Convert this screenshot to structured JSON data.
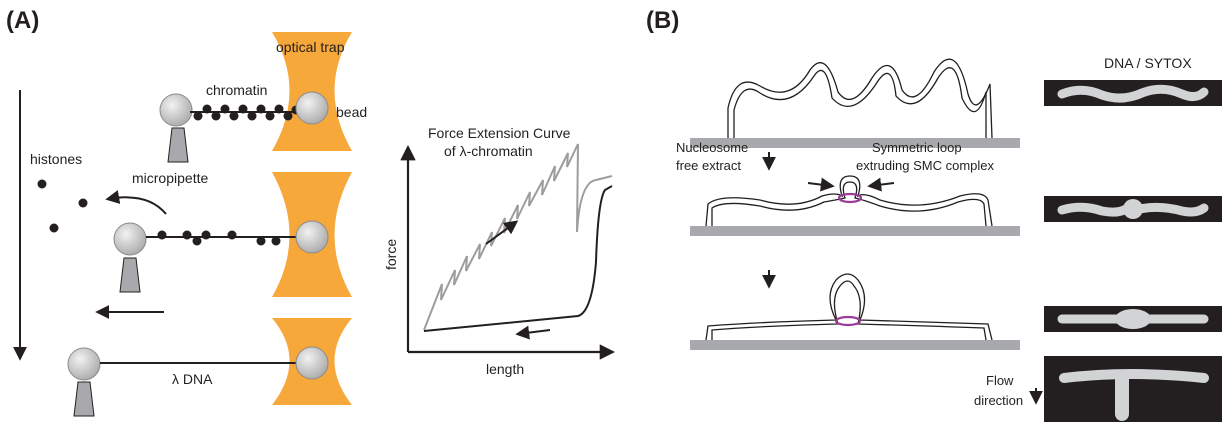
{
  "panel_a": {
    "label": "(A)",
    "optical_trap": "optical trap",
    "chromatin": "chromatin",
    "bead": "bead",
    "micropipette": "micropipette",
    "histones": "histones",
    "lambda_dna": "λ DNA",
    "graph": {
      "title_line1": "Force Extension Curve",
      "title_line2": "of λ-chromatin",
      "xlabel": "length",
      "ylabel": "force"
    }
  },
  "panel_b": {
    "label": "(B)",
    "dna_sytox": "DNA / SYTOX",
    "nucleosome_line1": "Nucleosome",
    "nucleosome_line2": "free extract",
    "smc_line1": "Symmetric loop",
    "smc_line2": "extruding SMC complex",
    "flow_line1": "Flow",
    "flow_line2": "direction"
  },
  "colors": {
    "trap": "#f6a83b",
    "bead": "#c8c8c8",
    "ink": "#231f20",
    "smc": "#9b3c97",
    "surface": "#a7a9ac",
    "panel_bg": "#231f20",
    "dna_signal": "#d1d3d4"
  }
}
